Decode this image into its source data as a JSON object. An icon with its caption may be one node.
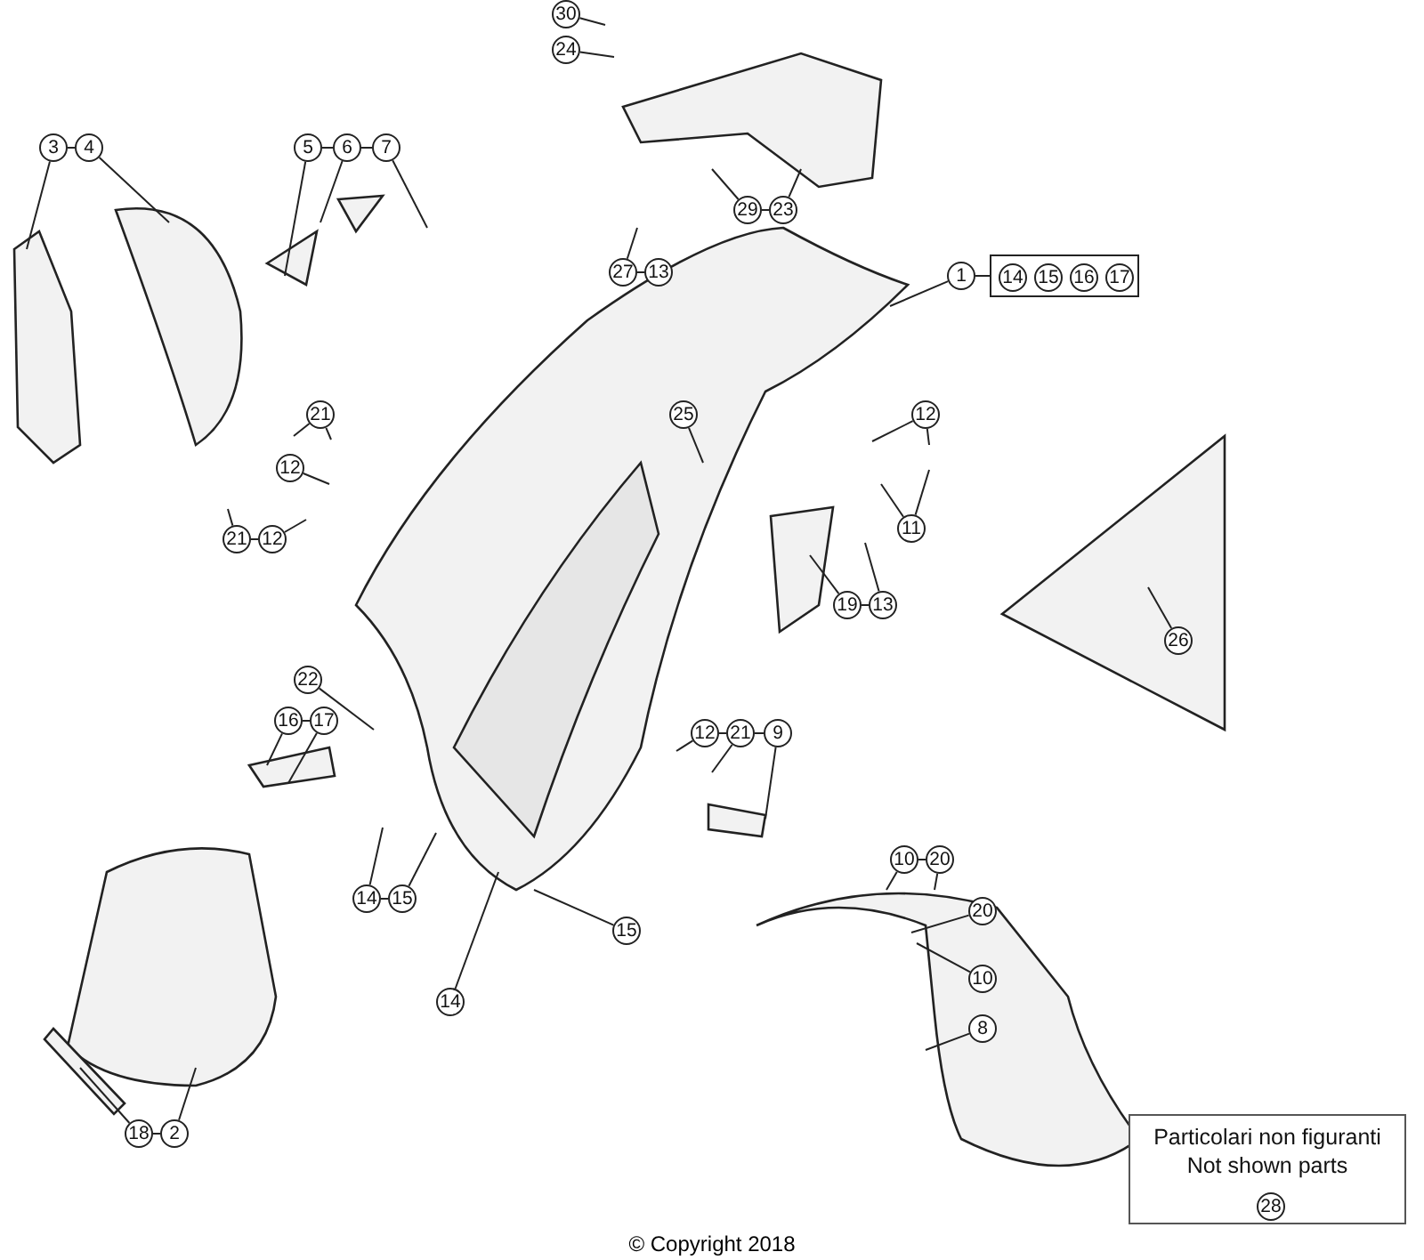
{
  "diagram": {
    "caption": "© Copyright 2018",
    "nodes": [
      {
        "text": [
          "30"
        ]
      },
      {
        "text": [
          "24"
        ]
      },
      {
        "text": [
          "3"
        ]
      },
      {
        "text": [
          "4"
        ]
      },
      {
        "text": [
          "5"
        ]
      },
      {
        "text": [
          "6"
        ]
      },
      {
        "text": [
          "7"
        ]
      },
      {
        "text": [
          "29"
        ]
      },
      {
        "text": [
          "23"
        ]
      },
      {
        "text": [
          "27"
        ]
      },
      {
        "text": [
          "13"
        ]
      },
      {
        "text": [
          "1"
        ]
      },
      {
        "text": [],
        "shape": "box"
      },
      {
        "text": [
          "14"
        ],
        "in": 12
      },
      {
        "text": [
          "15"
        ],
        "in": 12
      },
      {
        "text": [
          "16"
        ],
        "in": 12
      },
      {
        "text": [
          "17"
        ],
        "in": 12
      },
      {
        "text": [
          "21"
        ]
      },
      {
        "text": [
          "12"
        ]
      },
      {
        "text": [
          "21"
        ]
      },
      {
        "text": [
          "12"
        ]
      },
      {
        "text": [
          "25"
        ]
      },
      {
        "text": [
          "12"
        ]
      },
      {
        "text": [
          "11"
        ]
      },
      {
        "text": [
          "19"
        ]
      },
      {
        "text": [
          "13"
        ]
      },
      {
        "text": [
          "26"
        ]
      },
      {
        "text": [
          "22"
        ]
      },
      {
        "text": [
          "16"
        ]
      },
      {
        "text": [
          "17"
        ]
      },
      {
        "text": [
          "12"
        ]
      },
      {
        "text": [
          "21"
        ]
      },
      {
        "text": [
          "9"
        ]
      },
      {
        "text": [
          "10"
        ]
      },
      {
        "text": [
          "20"
        ]
      },
      {
        "text": [
          "20"
        ]
      },
      {
        "text": [
          "14"
        ]
      },
      {
        "text": [
          "15"
        ]
      },
      {
        "text": [
          "15"
        ]
      },
      {
        "text": [
          "10"
        ]
      },
      {
        "text": [
          "14"
        ]
      },
      {
        "text": [
          "8"
        ]
      },
      {
        "text": [
          "18"
        ]
      },
      {
        "text": [
          "2"
        ]
      },
      {
        "text": [
          "Particolari non figuranti",
          "Not shown parts"
        ]
      },
      {
        "text": [
          "28"
        ],
        "in": 44
      }
    ],
    "edges": [
      {
        "from": 0,
        "to": null,
        "arrow": "none"
      },
      {
        "from": 1,
        "to": null,
        "arrow": "none"
      },
      {
        "from": 2,
        "to": 3,
        "arrow": "none"
      },
      {
        "from": 2,
        "to": null,
        "arrow": "none"
      },
      {
        "from": 3,
        "to": null,
        "arrow": "none"
      },
      {
        "from": 4,
        "to": 5,
        "arrow": "none"
      },
      {
        "from": 5,
        "to": 6,
        "arrow": "none"
      },
      {
        "from": 4,
        "to": null,
        "arrow": "none"
      },
      {
        "from": 5,
        "to": null,
        "arrow": "none"
      },
      {
        "from": 6,
        "to": null,
        "arrow": "none"
      },
      {
        "from": 7,
        "to": 8,
        "arrow": "none"
      },
      {
        "from": 7,
        "to": null,
        "arrow": "none"
      },
      {
        "from": 8,
        "to": null,
        "arrow": "none"
      },
      {
        "from": 9,
        "to": 10,
        "arrow": "none"
      },
      {
        "from": 9,
        "to": null,
        "arrow": "none"
      },
      {
        "from": 11,
        "to": 12,
        "arrow": "none"
      },
      {
        "from": 11,
        "to": null,
        "arrow": "none"
      },
      {
        "from": 17,
        "to": null,
        "arrow": "none"
      },
      {
        "from": 17,
        "to": null,
        "arrow": "none"
      },
      {
        "from": 18,
        "to": null,
        "arrow": "none"
      },
      {
        "from": 19,
        "to": 20,
        "arrow": "none"
      },
      {
        "from": 19,
        "to": null,
        "arrow": "none"
      },
      {
        "from": 20,
        "to": null,
        "arrow": "none"
      },
      {
        "from": 21,
        "to": null,
        "arrow": "none"
      },
      {
        "from": 22,
        "to": null,
        "arrow": "none"
      },
      {
        "from": 22,
        "to": null,
        "arrow": "none"
      },
      {
        "from": 23,
        "to": null,
        "arrow": "none"
      },
      {
        "from": 23,
        "to": null,
        "arrow": "none"
      },
      {
        "from": 24,
        "to": 25,
        "arrow": "none"
      },
      {
        "from": 24,
        "to": null,
        "arrow": "none"
      },
      {
        "from": 25,
        "to": null,
        "arrow": "none"
      },
      {
        "from": 26,
        "to": null,
        "arrow": "none"
      },
      {
        "from": 27,
        "to": null,
        "arrow": "none"
      },
      {
        "from": 28,
        "to": 29,
        "arrow": "none"
      },
      {
        "from": 28,
        "to": null,
        "arrow": "none"
      },
      {
        "from": 29,
        "to": null,
        "arrow": "none"
      },
      {
        "from": 30,
        "to": 31,
        "arrow": "none"
      },
      {
        "from": 31,
        "to": 32,
        "arrow": "none"
      },
      {
        "from": 30,
        "to": null,
        "arrow": "none"
      },
      {
        "from": 31,
        "to": null,
        "arrow": "none"
      },
      {
        "from": 32,
        "to": null,
        "arrow": "none"
      },
      {
        "from": 33,
        "to": 34,
        "arrow": "none"
      },
      {
        "from": 33,
        "to": null,
        "arrow": "none"
      },
      {
        "from": 34,
        "to": null,
        "arrow": "none"
      },
      {
        "from": 35,
        "to": null,
        "arrow": "none"
      },
      {
        "from": 36,
        "to": 37,
        "arrow": "none"
      },
      {
        "from": 36,
        "to": null,
        "arrow": "none"
      },
      {
        "from": 37,
        "to": null,
        "arrow": "none"
      },
      {
        "from": 38,
        "to": null,
        "arrow": "none"
      },
      {
        "from": 39,
        "to": null,
        "arrow": "none"
      },
      {
        "from": 40,
        "to": null,
        "arrow": "none"
      },
      {
        "from": 41,
        "to": null,
        "arrow": "none"
      },
      {
        "from": 42,
        "to": 43,
        "arrow": "none"
      },
      {
        "from": 42,
        "to": null,
        "arrow": "none"
      },
      {
        "from": 43,
        "to": null,
        "arrow": "none"
      }
    ]
  }
}
